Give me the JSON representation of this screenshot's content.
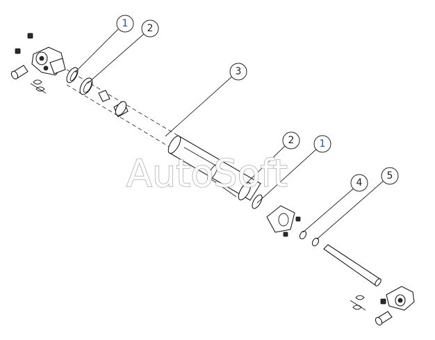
{
  "watermark": "AutoSoft",
  "callouts": [
    {
      "label": "1",
      "color": "#1f4f8a"
    },
    {
      "label": "2",
      "color": "#222222"
    },
    {
      "label": "3",
      "color": "#222222"
    },
    {
      "label": "2",
      "color": "#222222"
    },
    {
      "label": "1",
      "color": "#1f4f8a"
    },
    {
      "label": "4",
      "color": "#222222"
    },
    {
      "label": "5",
      "color": "#222222"
    }
  ]
}
